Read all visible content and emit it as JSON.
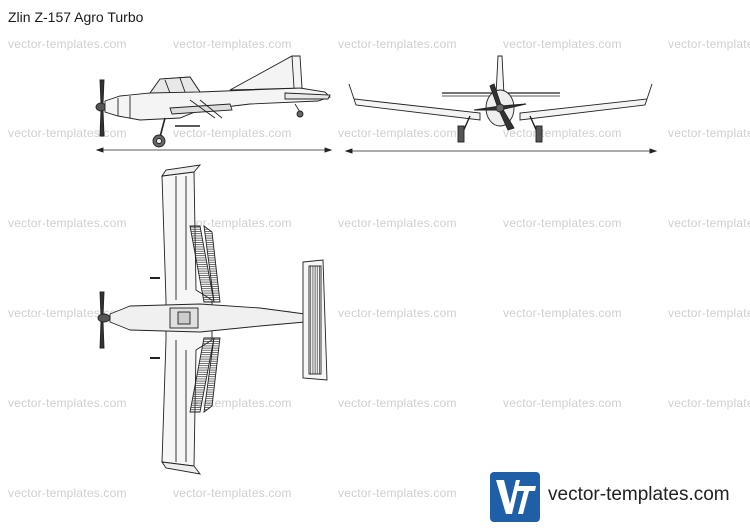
{
  "title": "Zlin Z-157 Agro Turbo",
  "watermark": "vector-templates.com",
  "logo": {
    "letters": "VT",
    "color": "#1f5fa8"
  },
  "brand_text": "vector-templates.com"
}
